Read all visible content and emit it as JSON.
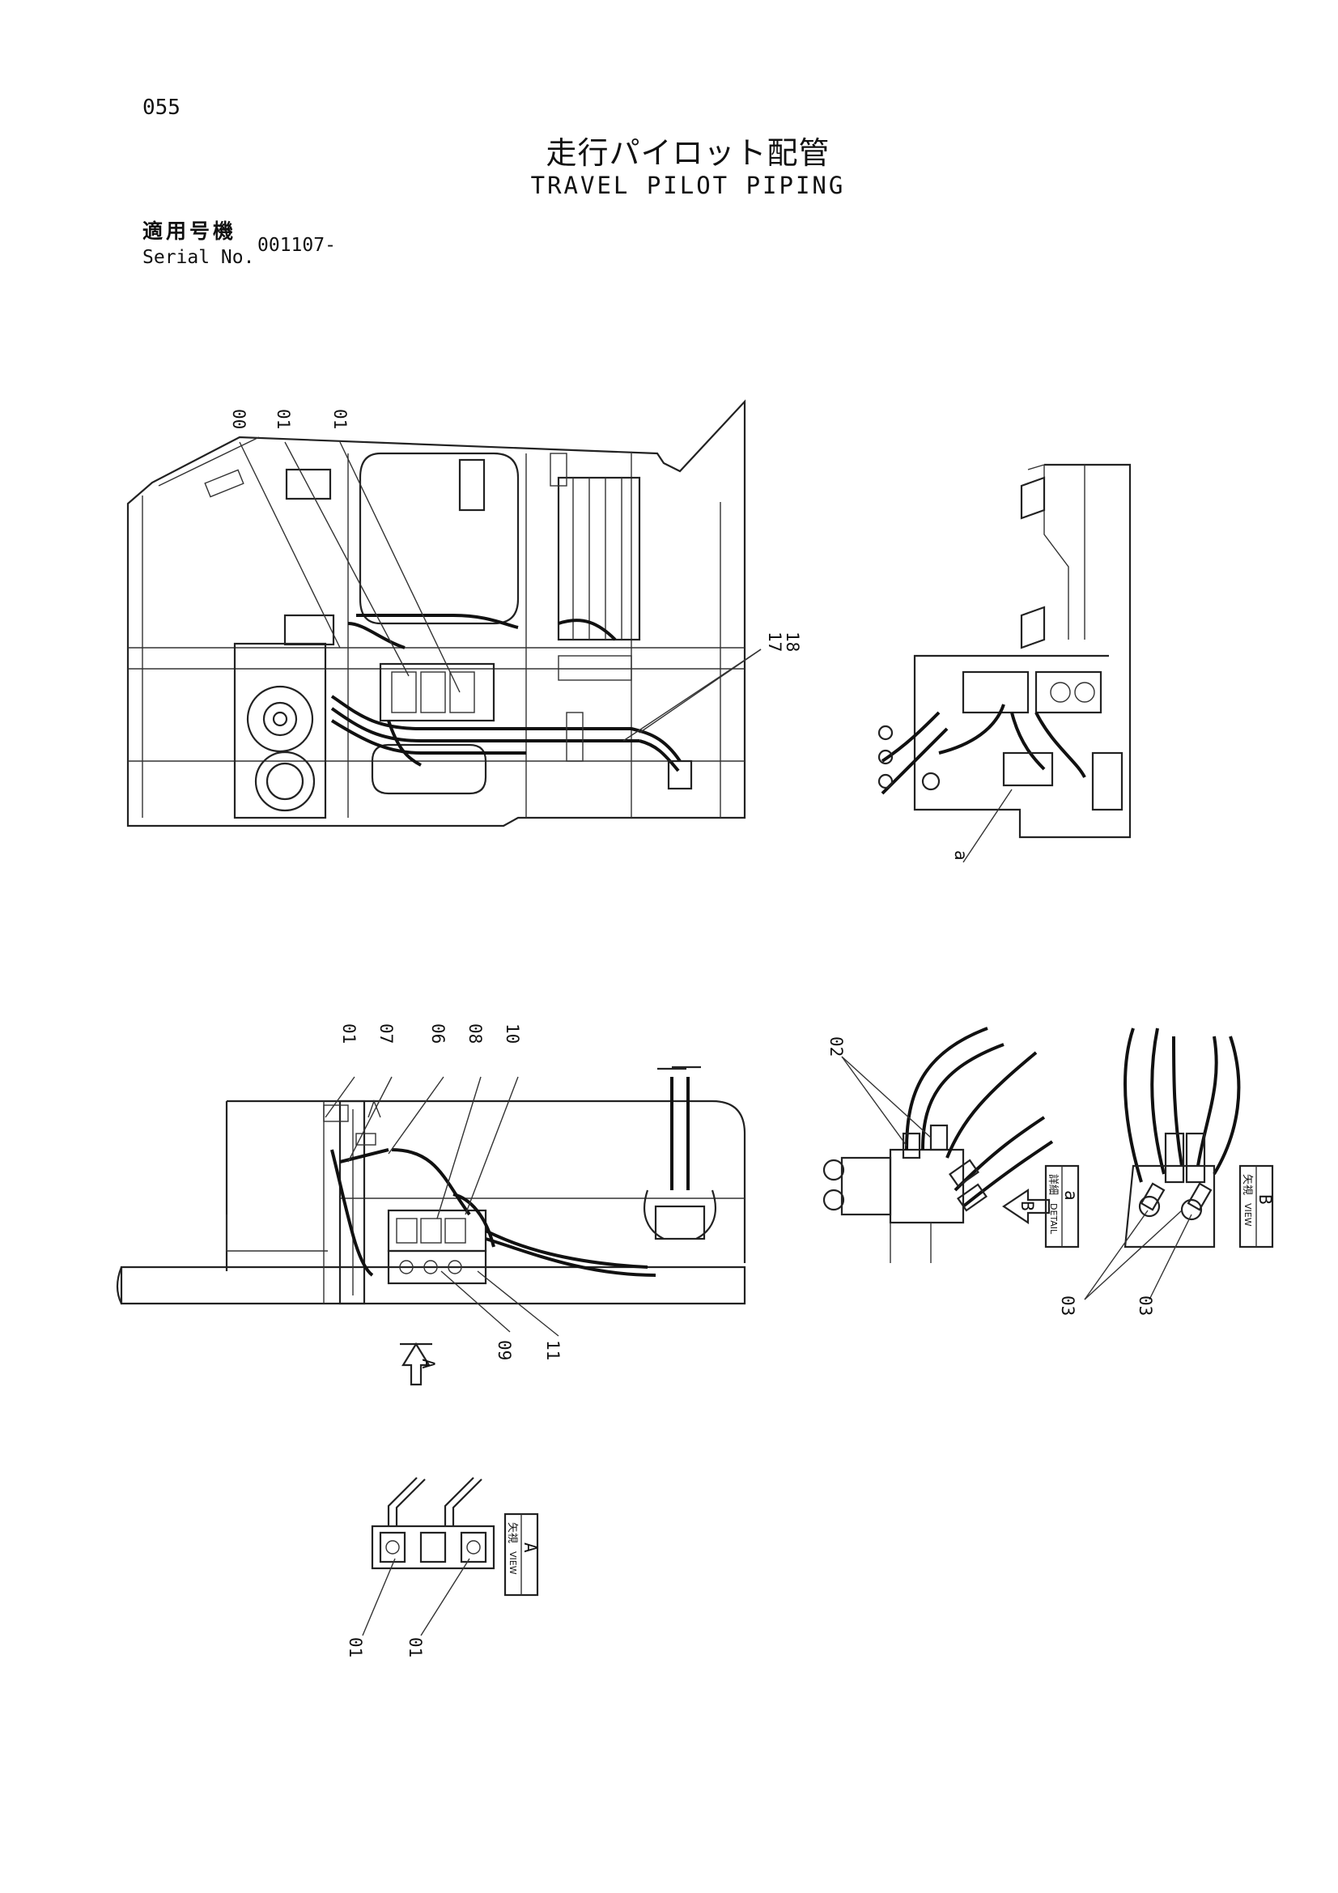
{
  "page": {
    "number": "055"
  },
  "title": {
    "japanese": "走行パイロット配管",
    "english": "TRAVEL PILOT PIPING"
  },
  "serial": {
    "label_jp": "適用号機",
    "label_en": "Serial No.",
    "value": "001107-"
  },
  "callouts": {
    "top": [
      "00",
      "01",
      "01",
      "17",
      "18",
      "a"
    ],
    "middle": [
      "01",
      "07",
      "06",
      "08",
      "10",
      "09",
      "11"
    ],
    "detail": [
      "02",
      "03",
      "03"
    ],
    "view_a": [
      "01",
      "01"
    ]
  },
  "view_labels": {
    "detail_a": {
      "jp": "詳細",
      "en": "DETAIL",
      "letter": "a"
    },
    "view_b": {
      "jp": "矢視",
      "en": "VIEW",
      "letter": "B"
    },
    "view_a": {
      "jp": "矢視",
      "en": "VIEW",
      "letter": "A"
    },
    "arrow_a": "A",
    "arrow_b": "B"
  }
}
